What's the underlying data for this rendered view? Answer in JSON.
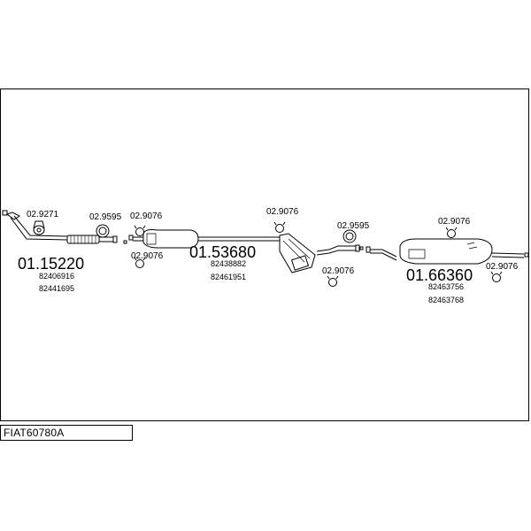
{
  "diagram": {
    "code": "FIAT60780A",
    "main_parts": [
      {
        "id": "p1",
        "number": "01.15220",
        "refs": [
          "82406916",
          "82441695"
        ]
      },
      {
        "id": "p2",
        "number": "01.53680",
        "refs": [
          "82438882",
          "82461951"
        ]
      },
      {
        "id": "p3",
        "number": "01.66360",
        "refs": [
          "82463756",
          "82463768"
        ]
      }
    ],
    "small_parts": [
      {
        "id": "s1",
        "number": "02.9271"
      },
      {
        "id": "s2",
        "number": "02.9595"
      },
      {
        "id": "s3",
        "number": "02.9076"
      },
      {
        "id": "s4",
        "number": "02.9076"
      },
      {
        "id": "s5",
        "number": "02.9076"
      },
      {
        "id": "s6",
        "number": "02.9595"
      },
      {
        "id": "s7",
        "number": "02.9076"
      },
      {
        "id": "s8",
        "number": "02.9076"
      },
      {
        "id": "s9",
        "number": "02.9076"
      }
    ]
  }
}
